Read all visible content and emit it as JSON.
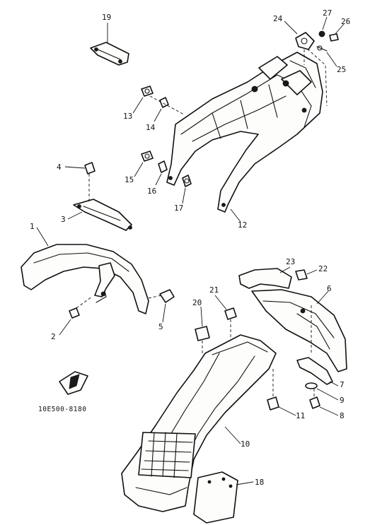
{
  "diagram": {
    "callouts": [
      "1",
      "2",
      "3",
      "4",
      "5",
      "6",
      "7",
      "8",
      "9",
      "10",
      "11",
      "12",
      "13",
      "14",
      "15",
      "16",
      "17",
      "18",
      "19",
      "20",
      "21",
      "22",
      "23",
      "24",
      "25",
      "26",
      "27"
    ],
    "reference_code": "10E500-8180"
  }
}
